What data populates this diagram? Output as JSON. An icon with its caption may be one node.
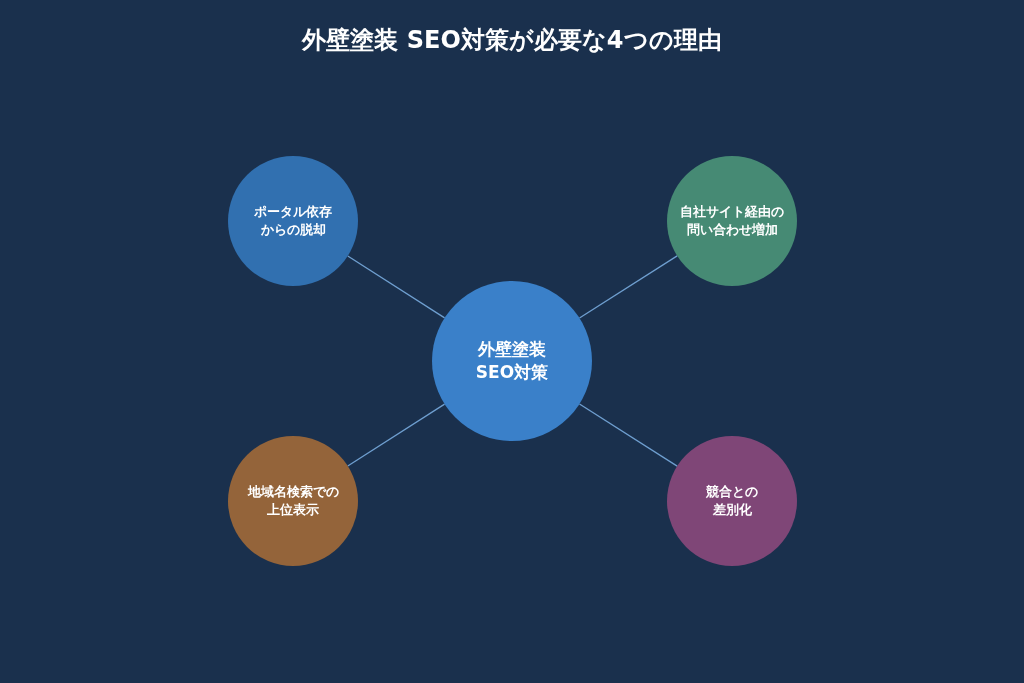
{
  "diagram": {
    "title": "外壁塗装 SEO対策が必要な4つの理由",
    "nodes": [
      {
        "text": [
          "外壁塗装 SEO対策"
        ]
      },
      {
        "text": [
          "ポータル依存からの脱却"
        ]
      },
      {
        "text": [
          "自社サイト経由の問い合わせ増加"
        ]
      },
      {
        "text": [
          "地域名検索での上位表示"
        ]
      },
      {
        "text": [
          "競合との差別化"
        ]
      }
    ],
    "edges": [
      {
        "from": 0,
        "to": 1,
        "arrow": "none"
      },
      {
        "from": 0,
        "to": 2,
        "arrow": "none"
      },
      {
        "from": 0,
        "to": 3,
        "arrow": "none"
      },
      {
        "from": 0,
        "to": 4,
        "arrow": "none"
      }
    ]
  }
}
